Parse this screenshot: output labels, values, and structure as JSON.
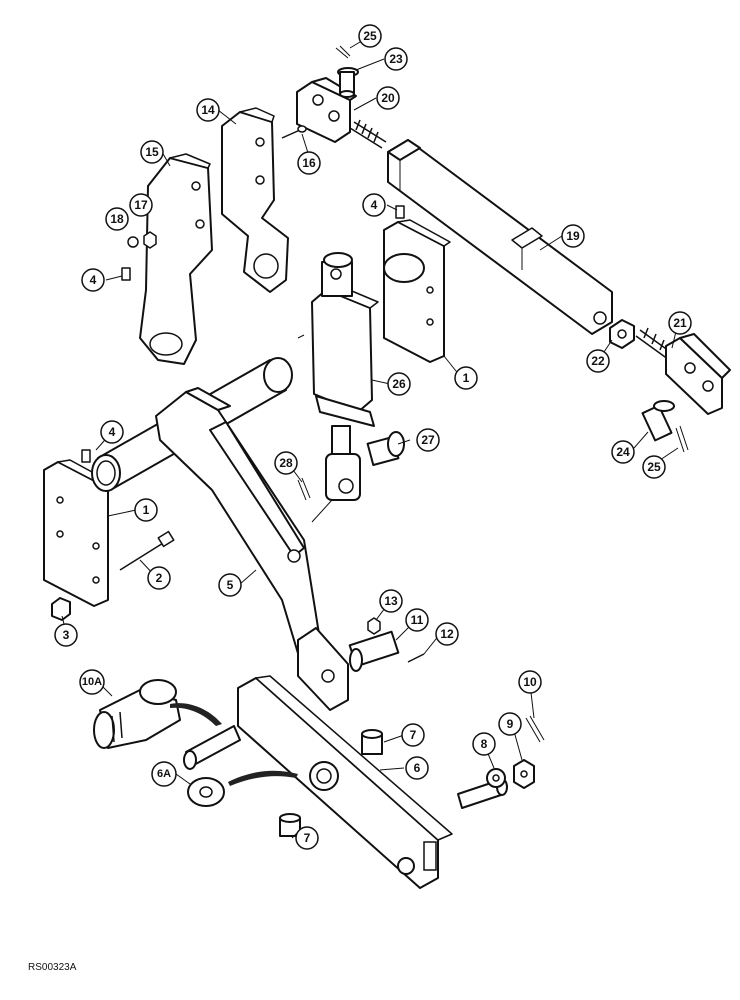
{
  "figure_code": "RS00323A",
  "callouts": [
    {
      "label": "25"
    },
    {
      "label": "23"
    },
    {
      "label": "20"
    },
    {
      "label": "14"
    },
    {
      "label": "15"
    },
    {
      "label": "16"
    },
    {
      "label": "4"
    },
    {
      "label": "18"
    },
    {
      "label": "17"
    },
    {
      "label": "4"
    },
    {
      "label": "19"
    },
    {
      "label": "21"
    },
    {
      "label": "22"
    },
    {
      "label": "1"
    },
    {
      "label": "26"
    },
    {
      "label": "4"
    },
    {
      "label": "27"
    },
    {
      "label": "24"
    },
    {
      "label": "25"
    },
    {
      "label": "28"
    },
    {
      "label": "1"
    },
    {
      "label": "2"
    },
    {
      "label": "3"
    },
    {
      "label": "5"
    },
    {
      "label": "13"
    },
    {
      "label": "11"
    },
    {
      "label": "12"
    },
    {
      "label": "10A"
    },
    {
      "label": "10"
    },
    {
      "label": "7"
    },
    {
      "label": "8"
    },
    {
      "label": "9"
    },
    {
      "label": "6"
    },
    {
      "label": "6A"
    },
    {
      "label": "7"
    }
  ]
}
